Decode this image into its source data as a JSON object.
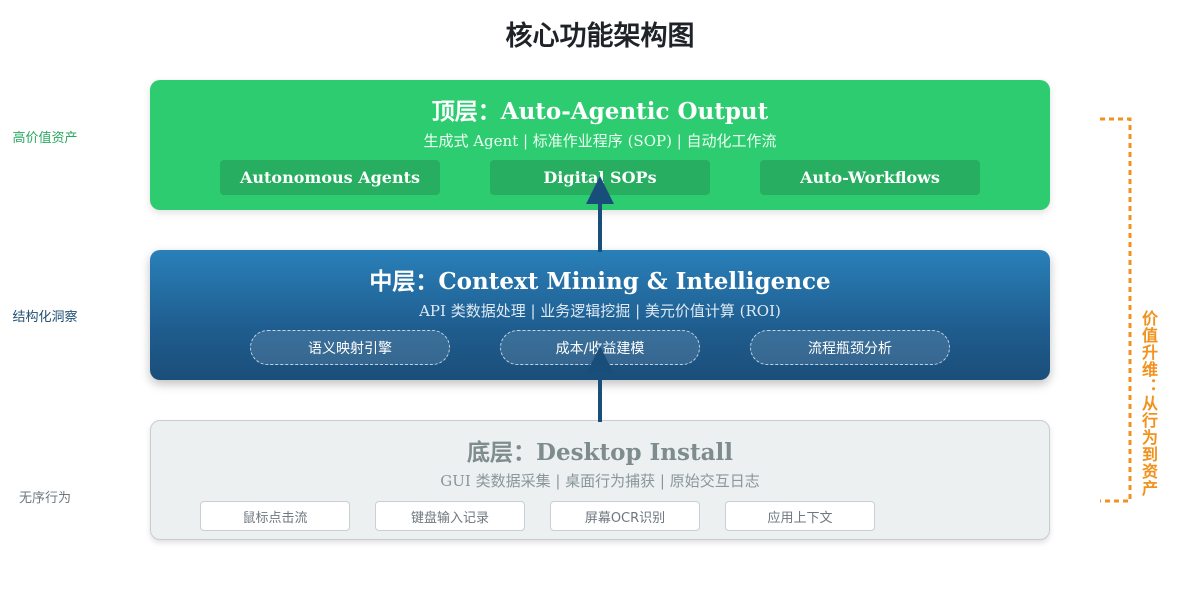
{
  "title": "核心功能架构图",
  "side_labels": {
    "top": "高价值资产",
    "mid": "结构化洞察",
    "bottom": "无序行为"
  },
  "layers": {
    "top": {
      "title": "顶层：Auto-Agentic Output",
      "subtitle": "生成式 Agent | 标准作业程序 (SOP) | 自动化工作流",
      "chips": [
        "Autonomous Agents",
        "Digital SOPs",
        "Auto-Workflows"
      ],
      "color": "#2ecc71"
    },
    "middle": {
      "title": "中层：Context Mining & Intelligence",
      "subtitle": "API 类数据处理 | 业务逻辑挖掘 | 美元价值计算 (ROI)",
      "chips": [
        "语义映射引擎",
        "成本/收益建模",
        "流程瓶颈分析"
      ],
      "color": "#1f5d8f"
    },
    "bottom": {
      "title": "底层：Desktop Install",
      "subtitle": "GUI 类数据采集 | 桌面行为捕获 | 原始交互日志",
      "chips": [
        "鼠标点击流",
        "键盘输入记录",
        "屏幕OCR识别",
        "应用上下文"
      ],
      "color": "#ecf0f1"
    }
  },
  "value_label": "价值升维：从行为到资产",
  "colors": {
    "arrow": "#1a4e7a",
    "bracket": "#f0921e"
  }
}
